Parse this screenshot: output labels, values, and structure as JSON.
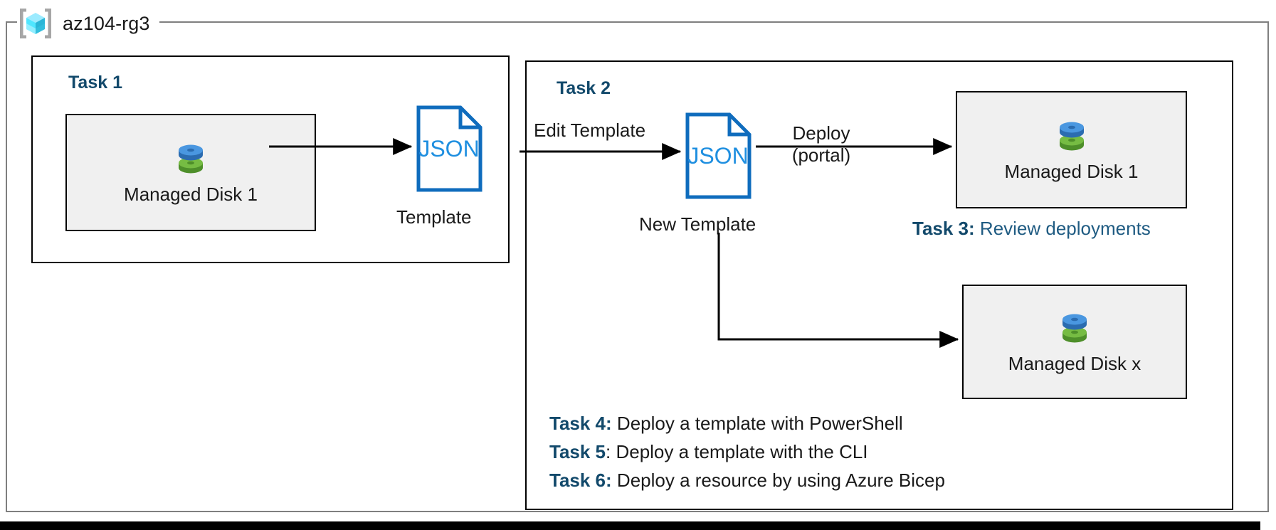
{
  "resource_group": {
    "name": "az104-rg3",
    "icon": "azure-resource-group-icon"
  },
  "tasks": {
    "task1": {
      "heading": "Task 1"
    },
    "task2": {
      "heading": "Task 2"
    },
    "task3": {
      "tag": "Task 3:",
      "description": " Review deployments"
    },
    "task4": {
      "tag": "Task 4:",
      "description": " Deploy a template with PowerShell"
    },
    "task5": {
      "tag": "Task 5",
      "description": ": Deploy a template with the CLI"
    },
    "task6": {
      "tag": "Task 6:",
      "description": " Deploy a resource by using Azure Bicep"
    }
  },
  "resources": {
    "disk1": {
      "label": "Managed Disk 1",
      "icon": "managed-disk-icon"
    },
    "disk2": {
      "label": "Managed Disk 1",
      "icon": "managed-disk-icon"
    },
    "disk3": {
      "label": "Managed Disk x",
      "icon": "managed-disk-icon"
    }
  },
  "templates": {
    "template1": {
      "doc_label": "JSON",
      "caption": "Template",
      "icon": "json-file-icon"
    },
    "template2": {
      "doc_label": "JSON",
      "caption": "New Template",
      "icon": "json-file-icon"
    }
  },
  "edges": {
    "export": {
      "label": ""
    },
    "edit_template": {
      "label": "Edit Template"
    },
    "deploy_portal": {
      "line1": "Deploy",
      "line2": "(portal)"
    }
  },
  "colors": {
    "task_heading": "#12496b",
    "task3_body": "#1f5b82",
    "json_outline": "#0f6cbd",
    "json_text": "#1f8fe0",
    "resource_fill": "#f0f0f0",
    "frame_border": "#7f7f7f",
    "box_border": "#000000",
    "disk_blue": "#3f8fdc",
    "disk_green": "#6aad3d",
    "rg_cube": "#50e6ff",
    "rg_bracket": "#a0a0a0"
  }
}
